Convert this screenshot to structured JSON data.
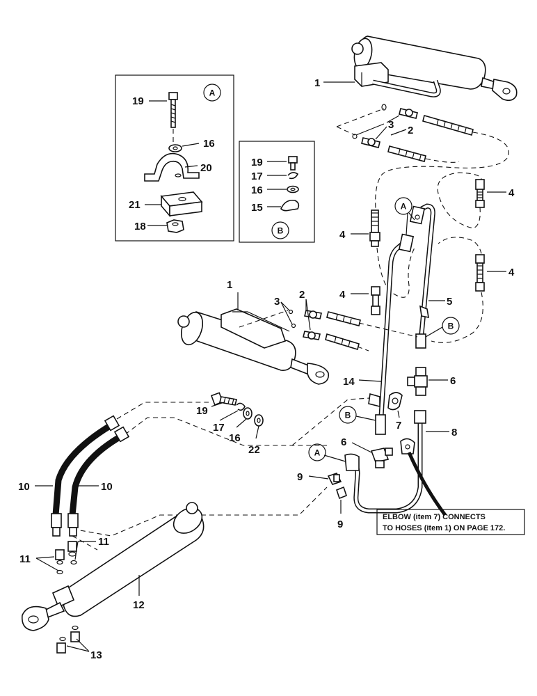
{
  "callouts": {
    "c1_top": "1",
    "c1_mid": "1",
    "c2_top": "2",
    "c2_mid": "2",
    "c3_top": "3",
    "c3_mid": "3",
    "c4_a": "4",
    "c4_b": "4",
    "c4_c": "4",
    "c4_d": "4",
    "c5": "5",
    "c6_a": "6",
    "c6_b": "6",
    "c7": "7",
    "c8": "8",
    "c9_a": "9",
    "c9_b": "9",
    "c10_a": "10",
    "c10_b": "10",
    "c11_a": "11",
    "c11_b": "11",
    "c12": "12",
    "c13": "13",
    "c14": "14",
    "c15": "15",
    "c16_boxA": "16",
    "c16_boxB": "16",
    "c16_main": "16",
    "c17_boxB": "17",
    "c17_main": "17",
    "c18": "18",
    "c19_boxA": "19",
    "c19_boxB": "19",
    "c19_main": "19",
    "c20": "20",
    "c21": "21",
    "c22": "22"
  },
  "circle_labels": {
    "inset_a": "A",
    "inset_b": "B",
    "ref_a_top": "A",
    "ref_b_mid": "B",
    "ref_b_low": "B",
    "ref_a_low": "A"
  },
  "note": {
    "line1": "ELBOW (item 7) CONNECTS",
    "line2": "TO HOSES (item 1) ON PAGE 172."
  }
}
